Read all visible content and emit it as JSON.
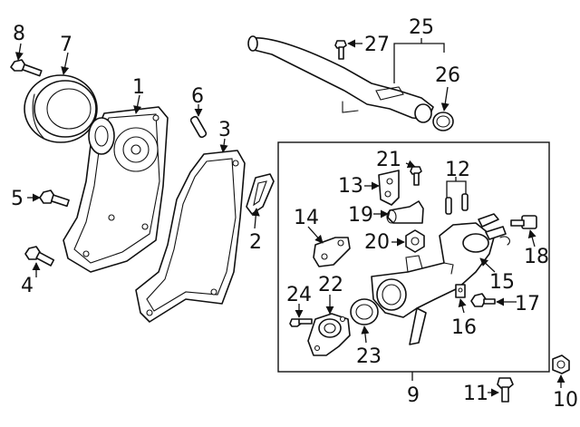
{
  "callouts": [
    "1",
    "2",
    "3",
    "4",
    "5",
    "6",
    "7",
    "8",
    "9",
    "10",
    "11",
    "12",
    "13",
    "14",
    "15",
    "16",
    "17",
    "18",
    "19",
    "20",
    "21",
    "22",
    "23",
    "24",
    "25",
    "26",
    "27"
  ],
  "colors": {
    "line": "#111111",
    "background": "#ffffff"
  }
}
